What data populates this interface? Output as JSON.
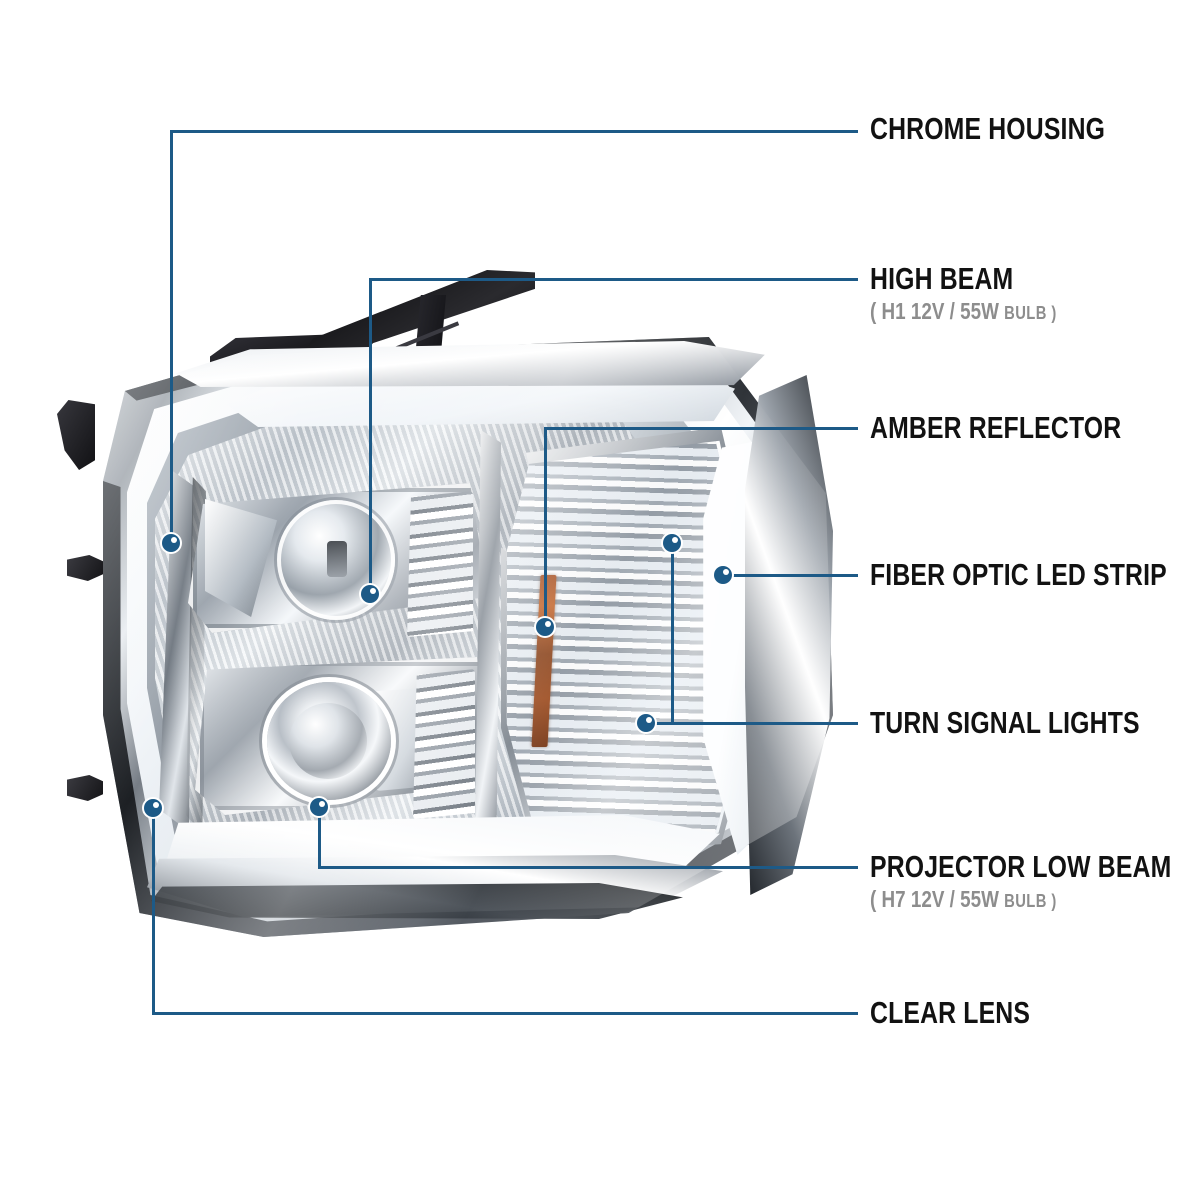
{
  "diagram": {
    "subject": "chrome projector headlight assembly",
    "accent_color": "#1d5a87",
    "callouts": [
      {
        "id": "chrome-housing",
        "title": "CHROME HOUSING",
        "sub": "",
        "sub_small": ""
      },
      {
        "id": "high-beam",
        "title": "HIGH BEAM",
        "sub": "( H1  12V / 55W ",
        "sub_small": "BULB )"
      },
      {
        "id": "amber-reflector",
        "title": "AMBER REFLECTOR",
        "sub": "",
        "sub_small": ""
      },
      {
        "id": "fiber-optic-led-strip",
        "title": "FIBER OPTIC LED STRIP",
        "sub": "",
        "sub_small": ""
      },
      {
        "id": "turn-signal-lights",
        "title": "TURN SIGNAL LIGHTS",
        "sub": "",
        "sub_small": ""
      },
      {
        "id": "projector-low-beam",
        "title": "PROJECTOR LOW BEAM",
        "sub": "( H7  12V / 55W ",
        "sub_small": "BULB )"
      },
      {
        "id": "clear-lens",
        "title": "CLEAR LENS",
        "sub": "",
        "sub_small": ""
      }
    ],
    "part_colors": {
      "chrome": "#c9d0d7",
      "amber_reflector": "#a8562a",
      "bracket_black": "#1a1a1c",
      "led_strip_white": "#ffffff"
    }
  }
}
